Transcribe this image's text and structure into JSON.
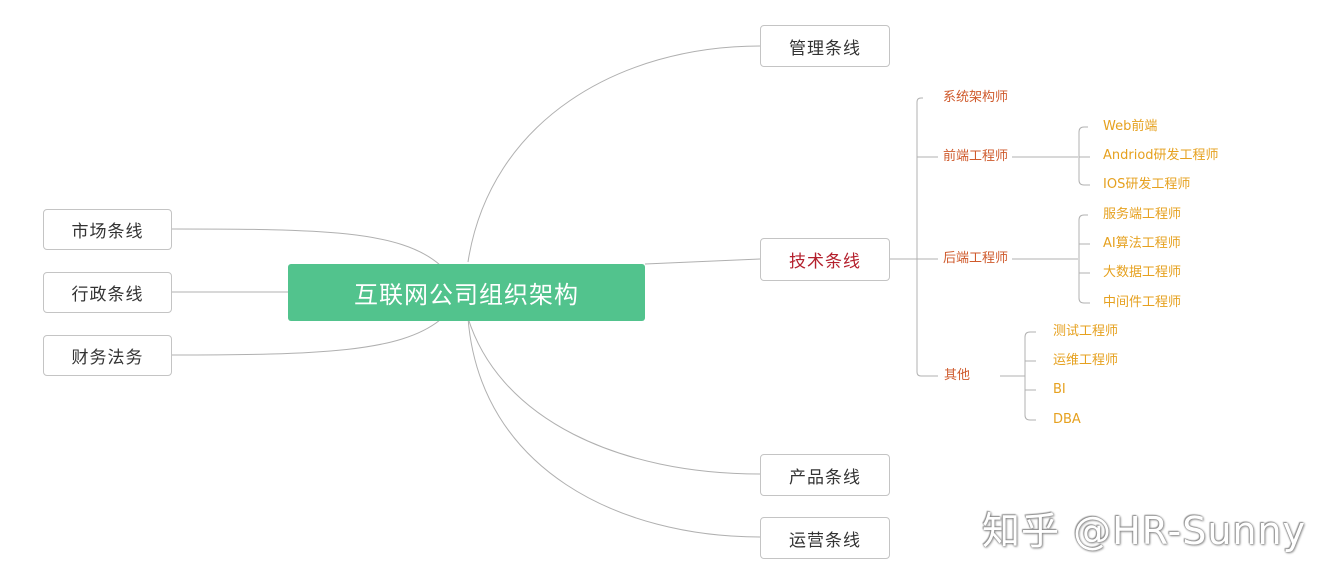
{
  "root": "互联网公司组织架构",
  "left_branches": [
    "市场条线",
    "行政条线",
    "财务法务"
  ],
  "right_branches": [
    "管理条线",
    "技术条线",
    "产品条线",
    "运营条线"
  ],
  "tech": {
    "architect": "系统架构师",
    "frontend": {
      "label": "前端工程师",
      "children": [
        "Web前端",
        "Andriod研发工程师",
        "IOS研发工程师"
      ]
    },
    "backend": {
      "label": "后端工程师",
      "children": [
        "服务端工程师",
        "AI算法工程师",
        "大数据工程师",
        "中间件工程师"
      ]
    },
    "other": {
      "label": "其他",
      "children": [
        "测试工程师",
        "运维工程师",
        "BI",
        "DBA"
      ]
    }
  },
  "watermark": "知乎 @HR-Sunny",
  "colors": {
    "root": "#52c38d",
    "tech_label": "#b4202d",
    "level2": "#cf5a2c",
    "level3": "#e6a11f",
    "lines": "#b0b0b0"
  }
}
